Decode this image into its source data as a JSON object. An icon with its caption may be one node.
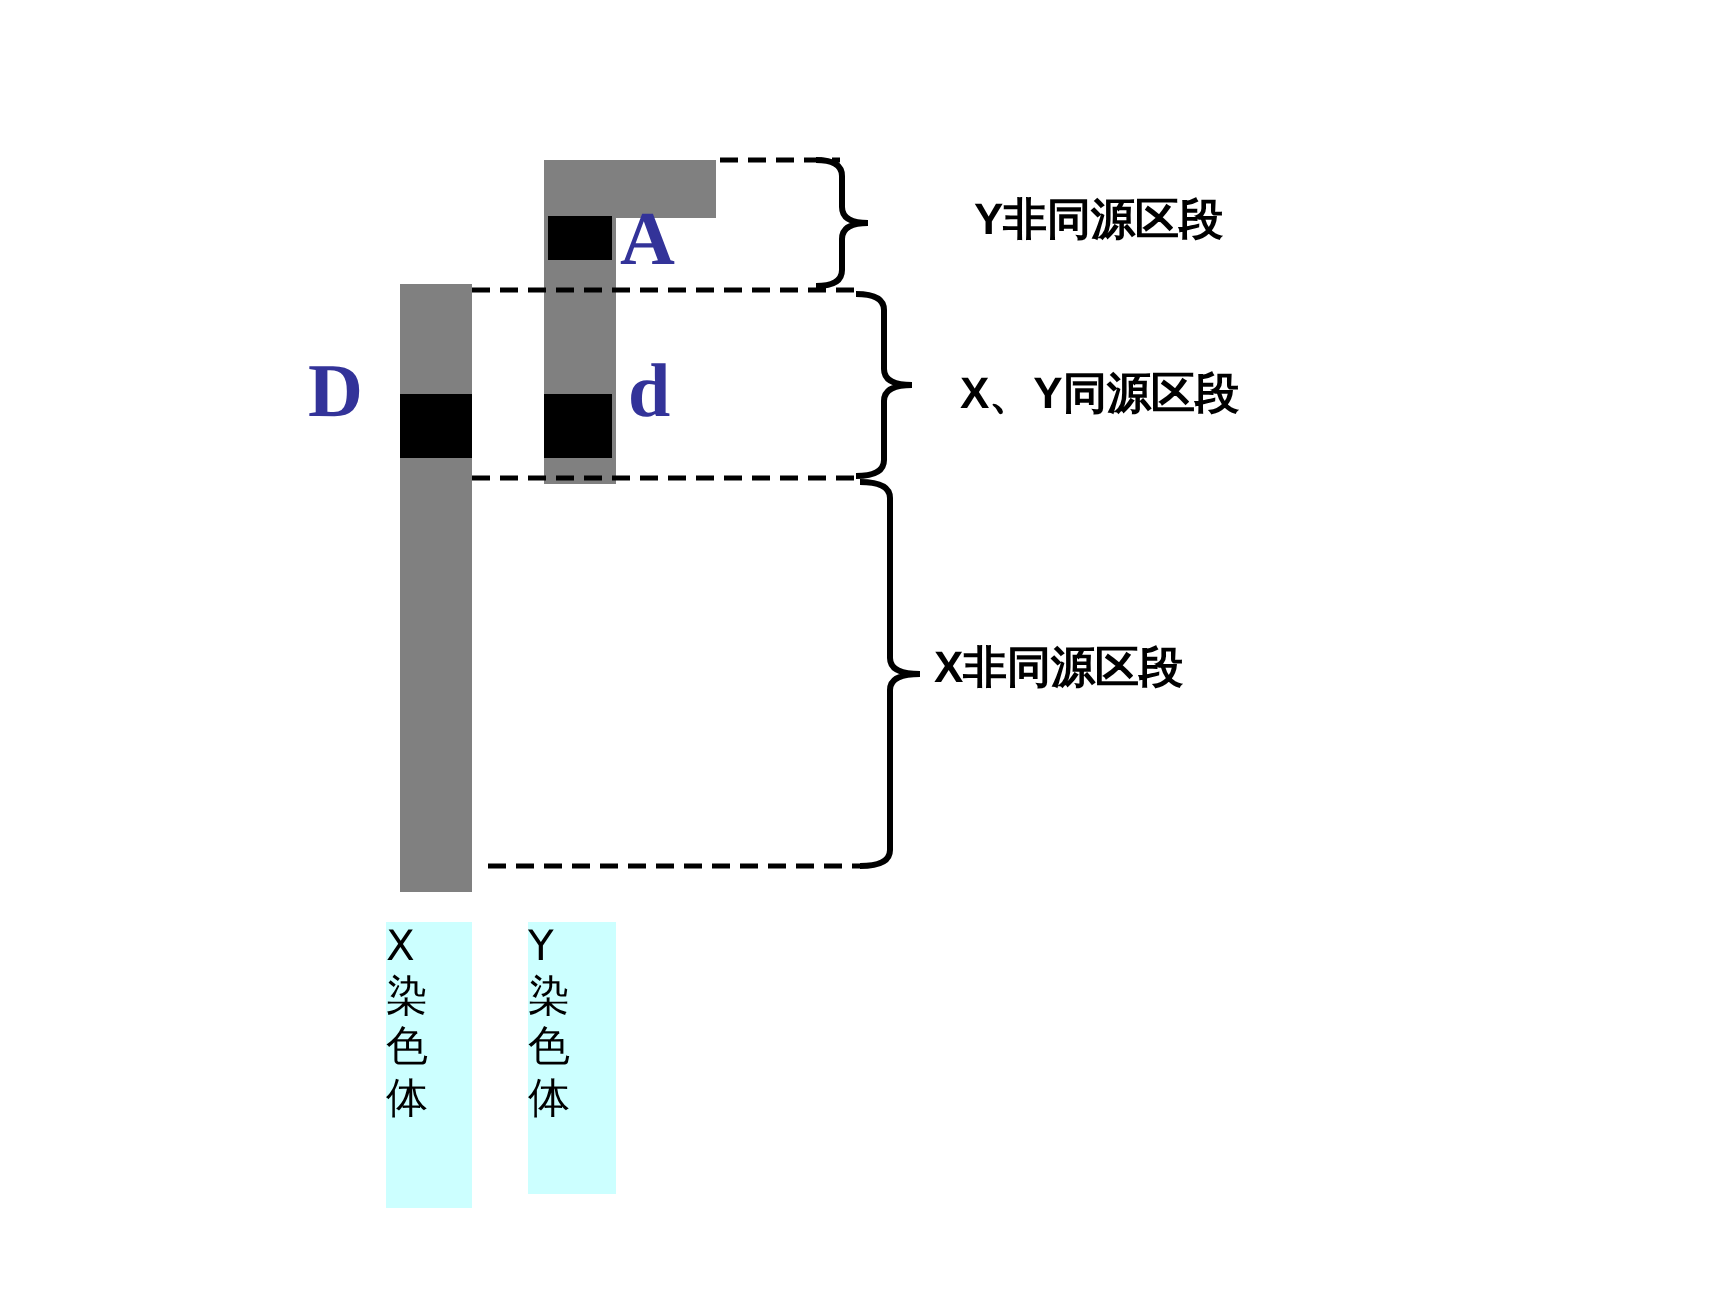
{
  "diagram": {
    "nodes": [
      {
        "text": [
          "X染色体"
        ]
      },
      {
        "text": [
          "Y染色体"
        ]
      }
    ],
    "edges": [],
    "labels": [
      "Y非同源区段",
      "A",
      "D",
      "d",
      "X、Y同源区段",
      "X非同源区段"
    ]
  }
}
